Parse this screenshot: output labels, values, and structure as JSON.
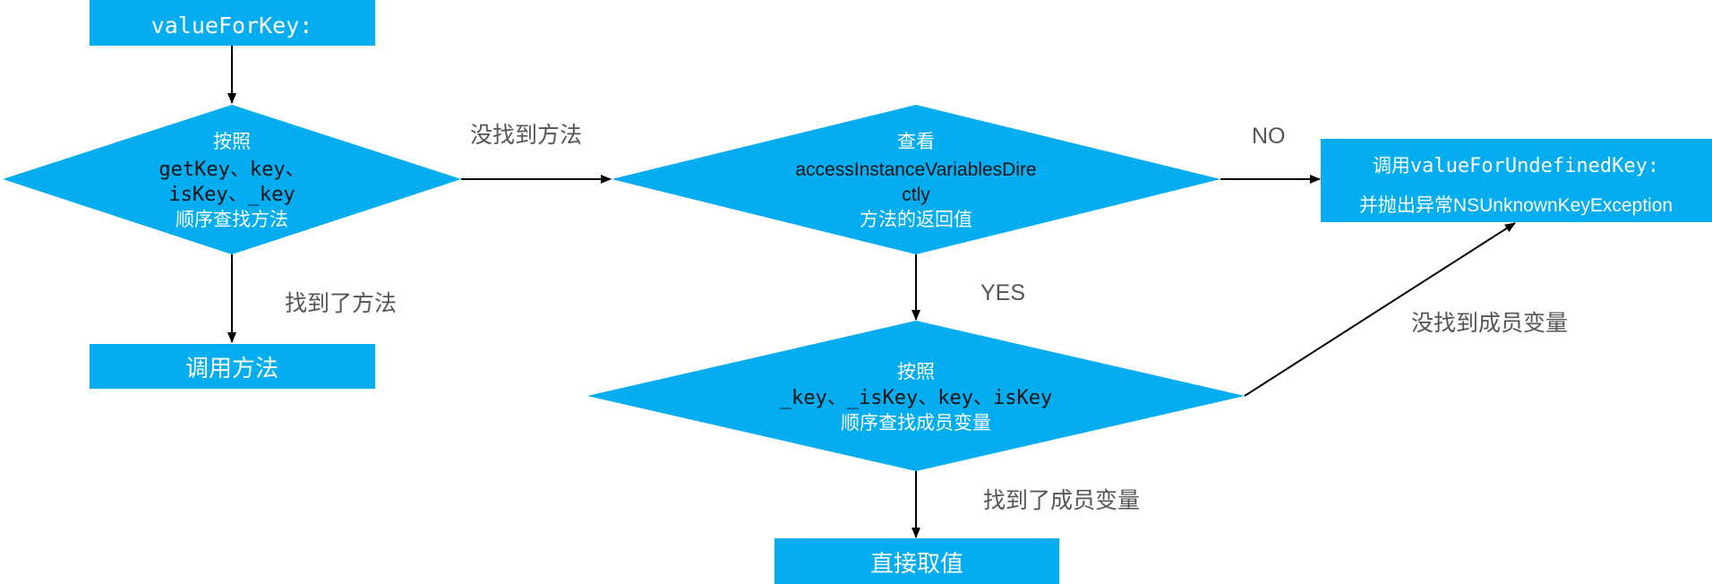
{
  "colors": {
    "node_fill": "#03ADEF",
    "arrow": "#000000",
    "label_text": "#555555",
    "node_text_light": "#ffffff",
    "node_text_dark": "#111111"
  },
  "nodes": {
    "start": {
      "text": "valueForKey:"
    },
    "check_methods": {
      "line1": "按照",
      "line2": "getKey、key、",
      "line3": "isKey、_key",
      "line4": "顺序查找方法"
    },
    "call_method": {
      "text": "调用方法"
    },
    "check_access": {
      "line1": "查看",
      "line2": "accessInstanceVariablesDire",
      "line3": "ctly",
      "line4": "方法的返回值"
    },
    "undefined_key": {
      "line1_prefix": "调用",
      "line1_code": "valueForUndefinedKey:",
      "line2_prefix": "并抛出异常",
      "line2_code": "NSUnknownKeyException"
    },
    "check_ivars": {
      "line1": "按照",
      "line2": "_key、_isKey、key、isKey",
      "line3": "顺序查找成员变量"
    },
    "get_value": {
      "text": "直接取值"
    }
  },
  "edges": {
    "method_found": "找到了方法",
    "method_not_found": "没找到方法",
    "no": "NO",
    "yes": "YES",
    "ivar_not_found": "没找到成员变量",
    "ivar_found": "找到了成员变量"
  }
}
